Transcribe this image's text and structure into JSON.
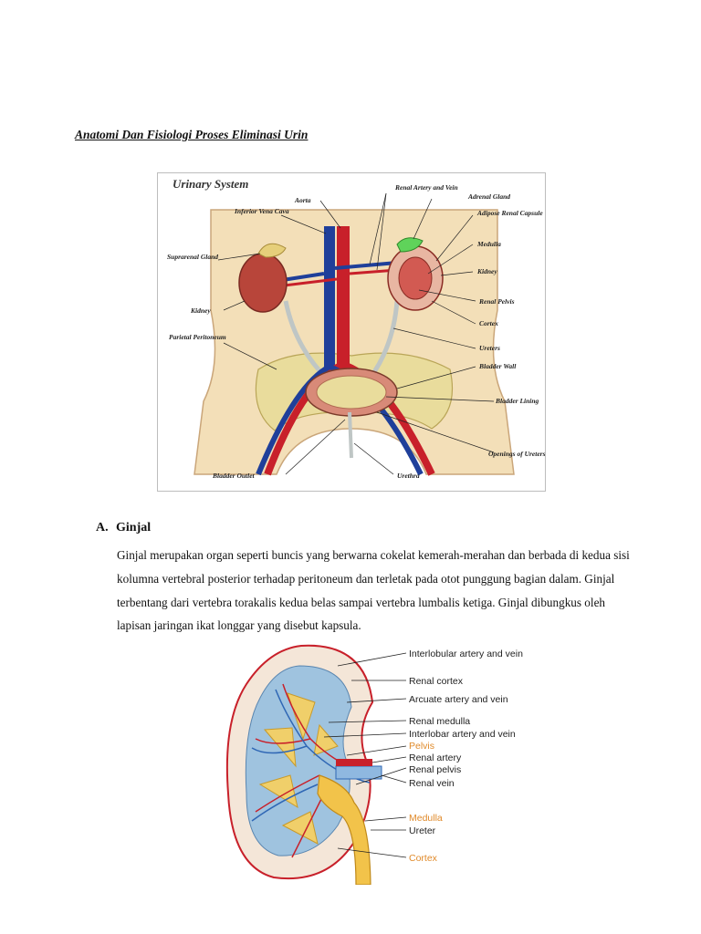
{
  "title": "Anatomi Dan Fisiologi Proses Eliminasi Urin",
  "figure1": {
    "title": "Urinary System",
    "labels": {
      "aorta": "Aorta",
      "renal_artery_vein": "Renal Artery and Vein",
      "adrenal_gland": "Adrenal Gland",
      "inferior_vena_cava": "Inferior Vena Cava",
      "adipose_renal_capsule": "Adipose Renal Capsule",
      "medulla": "Medulla",
      "suprarenal_gland": "Suprarenal Gland",
      "kidney_right": "Kidney",
      "kidney_left": "Kidney",
      "renal_pelvis": "Renal Pelvis",
      "cortex": "Cortex",
      "parietal_peritoneum": "Parietal Peritoneum",
      "ureters": "Ureters",
      "bladder_wall": "Bladder Wall",
      "bladder_lining": "Bladder Lining",
      "openings_of_ureters": "Openings of Ureters",
      "bladder_outlet": "Bladder Outlet",
      "urethra": "Urethra"
    }
  },
  "section": {
    "marker": "A.",
    "heading": "Ginjal",
    "paragraph": "Ginjal merupakan organ seperti buncis yang berwarna cokelat kemerah-merahan dan berbada di kedua sisi kolumna vertebral posterior terhadap peritoneum dan terletak pada otot punggung bagian dalam. Ginjal terbentang dari vertebra torakalis kedua belas sampai vertebra lumbalis ketiga. Ginjal dibungkus oleh lapisan jaringan ikat longgar yang disebut kapsula."
  },
  "figure2": {
    "labels": {
      "interlobular": "Interlobular artery and vein",
      "renal_cortex": "Renal cortex",
      "arcuate": "Arcuate artery and vein",
      "renal_medulla": "Renal medulla",
      "interlobar": "Interlobar artery and vein",
      "pelvis": "Pelvis",
      "renal_artery": "Renal artery",
      "renal_pelvis": "Renal pelvis",
      "renal_vein": "Renal vein",
      "medulla": "Medulla",
      "ureter": "Ureter",
      "cortex": "Cortex"
    }
  },
  "colors": {
    "artery": "#c8202a",
    "vein": "#1f3f9a",
    "skin": "#f3dfb8",
    "kidney": "#b8453a",
    "bone": "#e9dc9c",
    "adrenal": "#5fd35a",
    "label_orange": "#e08a2a",
    "kidney_blue": "#9fc3df"
  }
}
